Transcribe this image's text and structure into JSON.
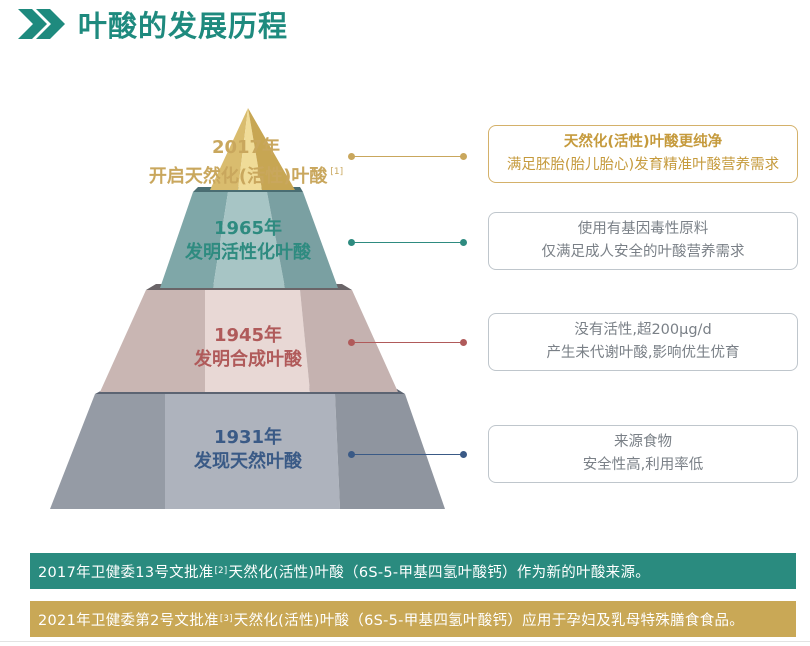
{
  "header": {
    "title": "叶酸的发展历程",
    "icon": "double-chevron-right-icon"
  },
  "tiers": [
    {
      "year": "2017年",
      "event": "开启天然化(活性)叶酸",
      "ref": "[1]",
      "color": "#c9a75d"
    },
    {
      "year": "1965年",
      "event": "发明活性化叶酸",
      "color": "#2e8b80"
    },
    {
      "year": "1945年",
      "event": "发明合成叶酸",
      "color": "#b05a5a"
    },
    {
      "year": "1931年",
      "event": "发现天然叶酸",
      "color": "#3a5a86"
    }
  ],
  "boxes": [
    {
      "line1": "天然化(活性)叶酸更纯净",
      "line2": "满足胚胎(胎儿胎心)发育精准叶酸营养需求"
    },
    {
      "line1": "使用有基因毒性原料",
      "line2": "仅满足成人安全的叶酸营养需求"
    },
    {
      "line1": "没有活性,超200μg/d",
      "line2": "产生未代谢叶酸,影响优生优育"
    },
    {
      "line1": "来源食物",
      "line2": "安全性高,利用率低"
    }
  ],
  "banners": [
    {
      "pre": "2017年卫健委13号文批准",
      "ref": "[2]",
      "post": "天然化(活性)叶酸（6S-5-甲基四氢叶酸钙）作为新的叶酸来源。"
    },
    {
      "pre": "2021年卫健委第2号文批准",
      "ref": "[3]",
      "post": "天然化(活性)叶酸（6S-5-甲基四氢叶酸钙）应用于孕妇及乳母特殊膳食食品。"
    }
  ],
  "colors": {
    "brand_green": "#2a8b7f",
    "brand_gold": "#c9a856"
  }
}
